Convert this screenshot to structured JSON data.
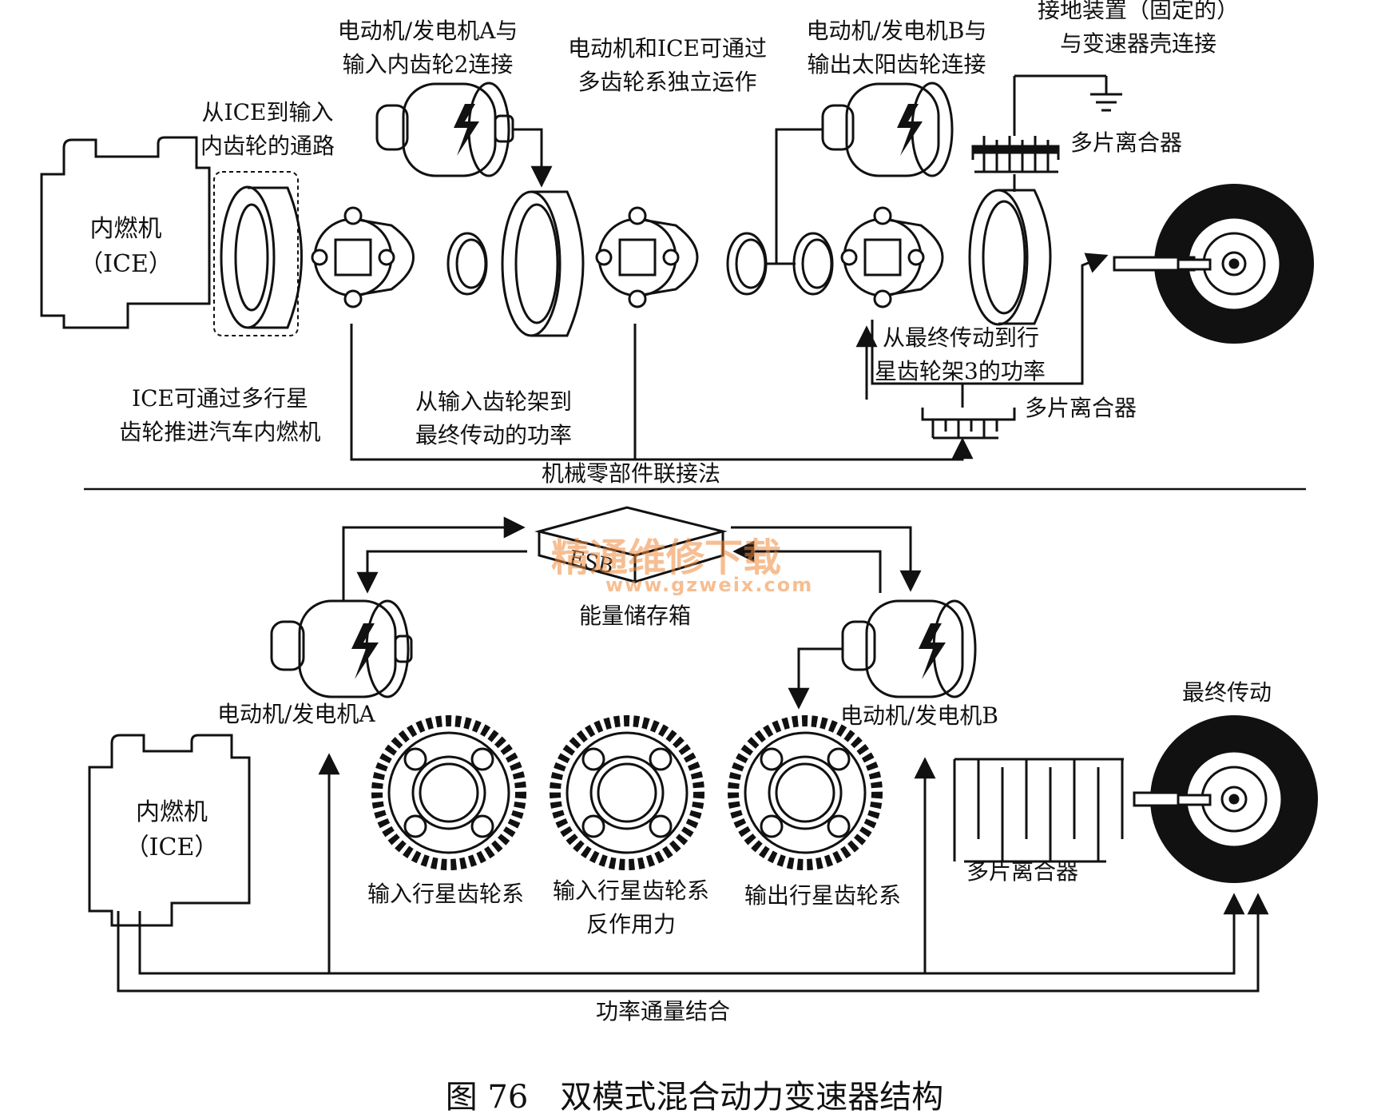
{
  "top": {
    "ice_label_1": "内燃机",
    "ice_label_2": "（ICE）",
    "label_path_ice_to_ring_1": "从ICE到输入",
    "label_path_ice_to_ring_2": "内齿轮的通路",
    "label_mga_1": "电动机/发电机A与",
    "label_mga_2": "输入内齿轮2连接",
    "label_independent_1": "电动机和ICE可通过",
    "label_independent_2": "多齿轮系独立运作",
    "label_mgb_1": "电动机/发电机B与",
    "label_mgb_2": "输出太阳齿轮连接",
    "label_ground_1": "接地装置（固定的）",
    "label_ground_2": "与变速器壳连接",
    "label_clutch_upper": "多片离合器",
    "label_final_to_carrier_1": "从最终传动到行",
    "label_final_to_carrier_2": "星齿轮架3的功率",
    "label_clutch_lower": "多片离合器",
    "label_ice_propel_1": "ICE可通过多行星",
    "label_ice_propel_2": "齿轮推进汽车内燃机",
    "label_carrier_to_final_1": "从输入齿轮架到",
    "label_carrier_to_final_2": "最终传动的功率",
    "section_title": "机械零部件联接法"
  },
  "bottom": {
    "esb_text": "ESB",
    "esb_label": "能量储存箱",
    "mga_label": "电动机/发电机A",
    "mgb_label": "电动机/发电机B",
    "final_drive_label": "最终传动",
    "ice_label_1": "内燃机",
    "ice_label_2": "（ICE）",
    "gear1_label": "输入行星齿轮系",
    "gear2_label_1": "输入行星齿轮系",
    "gear2_label_2": "反作用力",
    "gear3_label": "输出行星齿轮系",
    "clutch_label": "多片离合器",
    "section_title": "功率通量结合"
  },
  "watermark": {
    "line1": "精通维修下载",
    "line2": "www.gzweix.com"
  },
  "caption": "图 76　双模式混合动力变速器结构",
  "colors": {
    "ink": "#111111",
    "watermark": "#f08a3a",
    "background": "#ffffff"
  }
}
